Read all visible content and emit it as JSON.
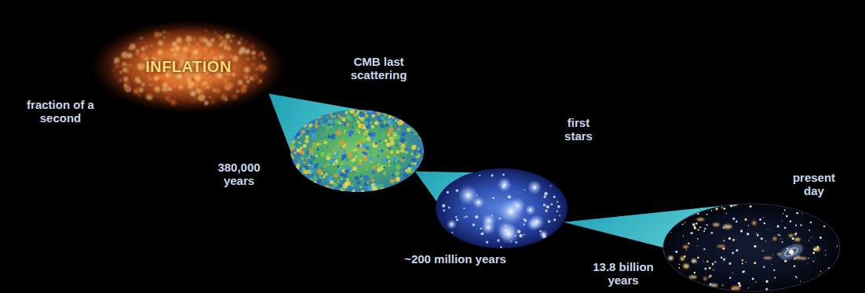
{
  "diagram": {
    "nodes": [
      {
        "text": [
          "INFLATION",
          "fraction of a second"
        ]
      },
      {
        "text": [
          "CMB last scattering",
          "380,000 years"
        ]
      },
      {
        "text": [
          "first stars",
          "~200 million years"
        ]
      },
      {
        "text": [
          "present day",
          "13.8 billion years"
        ]
      }
    ],
    "edges": [
      {
        "from": 0,
        "to": 1,
        "arrow": "none"
      },
      {
        "from": 1,
        "to": 2,
        "arrow": "none"
      },
      {
        "from": 2,
        "to": 3,
        "arrow": "none"
      }
    ]
  }
}
